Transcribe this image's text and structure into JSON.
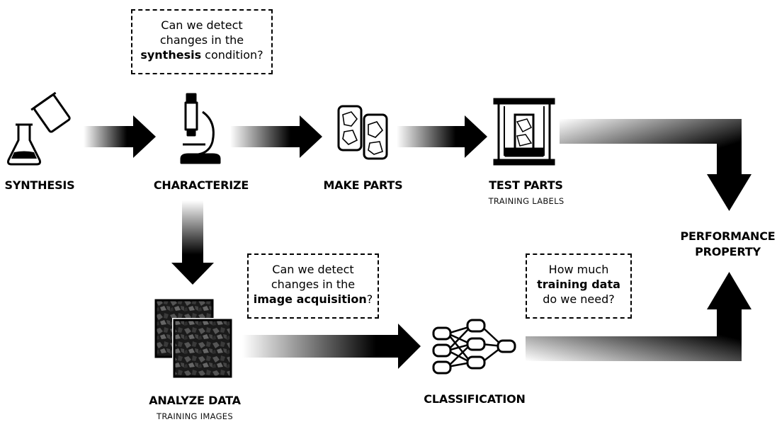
{
  "stages": {
    "synthesis": "SYNTHESIS",
    "characterize": "CHARACTERIZE",
    "make_parts": "MAKE PARTS",
    "test_parts": "TEST PARTS",
    "test_parts_sub": "TRAINING LABELS",
    "performance_line1": "PERFORMANCE",
    "performance_line2": "PROPERTY",
    "analyze_data": "ANALYZE DATA",
    "analyze_data_sub": "TRAINING IMAGES",
    "classification": "CLASSIFICATION"
  },
  "callouts": {
    "synthesis_q": {
      "line1": "Can we detect",
      "line2": "changes in the",
      "bold": "synthesis",
      "rest": " condition?"
    },
    "image_q": {
      "line1": "Can we detect",
      "line2": "changes in the",
      "bold": "image acquisition",
      "rest": "?"
    },
    "training_q": {
      "line1": "How much",
      "bold": "training data",
      "line3": "do we need?"
    }
  },
  "icons": [
    "flask-beaker-icon",
    "microscope-icon",
    "cylinder-parts-icon",
    "test-press-icon",
    "micrograph-images-icon",
    "neural-network-icon"
  ]
}
